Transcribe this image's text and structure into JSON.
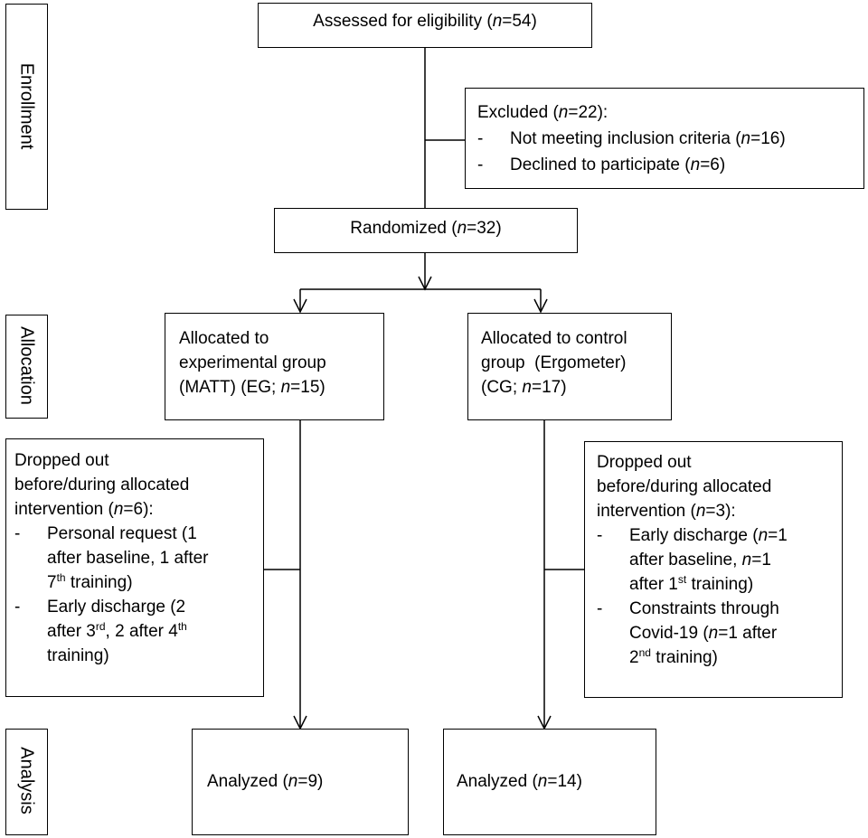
{
  "stages": {
    "enrollment": "Enrollment",
    "allocation": "Allocation",
    "analysis": "Analysis"
  },
  "assessed": {
    "label": "Assessed for eligibility (",
    "n_var": "n",
    "n_val": "=54)"
  },
  "excluded": {
    "title": "Excluded (",
    "title_n": "n",
    "title_val": "=22):",
    "items": [
      {
        "text": "Not meeting inclusion criteria (",
        "n_var": "n",
        "n_val": "=16)"
      },
      {
        "text": "Declined to participate (",
        "n_var": "n",
        "n_val": "=6)"
      }
    ]
  },
  "randomized": {
    "label": "Randomized (",
    "n_var": "n",
    "n_val": "=32)"
  },
  "allocated_eg": {
    "line1": "Allocated to",
    "line2": "experimental group",
    "line3": "(MATT) (EG; ",
    "n_var": "n",
    "n_val": "=15)"
  },
  "allocated_cg": {
    "line1": "Allocated to control",
    "line2": "group  (Ergometer)",
    "line3": "(CG; ",
    "n_var": "n",
    "n_val": "=17)"
  },
  "dropout_eg": {
    "line1": "Dropped out",
    "line2": "before/during allocated",
    "line3": "intervention (",
    "n_var": "n",
    "n_val": "=6):",
    "item1": {
      "l1": "Personal request (1",
      "l2": "after baseline, 1 after",
      "l3_num": "7",
      "l3_sup": "th",
      "l3_rest": " training)"
    },
    "item2": {
      "l1": "Early discharge (2",
      "l2a": "after 3",
      "l2_sup1": "rd",
      "l2b": ", 2 after 4",
      "l2_sup2": "th",
      "l3": "training)"
    }
  },
  "dropout_cg": {
    "line1": "Dropped out",
    "line2": "before/during allocated",
    "line3": "intervention (",
    "n_var": "n",
    "n_val": "=3):",
    "item1": {
      "l1a": "Early discharge (",
      "l1_n": "n",
      "l1b": "=1",
      "l2_n": "n",
      "l2a": "after baseline, ",
      "l2b": "=1",
      "l3a": "after 1",
      "l3_sup": "st",
      "l3b": " training)"
    },
    "item2": {
      "l1": "Constraints through",
      "l2a": "Covid-19 (",
      "l2_n": "n",
      "l2b": "=1 after",
      "l3_num": "2",
      "l3_sup": "nd",
      "l3_rest": " training)"
    }
  },
  "analyzed_eg": {
    "label": "Analyzed (",
    "n_var": "n",
    "n_val": "=9)"
  },
  "analyzed_cg": {
    "label": "Analyzed (",
    "n_var": "n",
    "n_val": "=14)"
  }
}
